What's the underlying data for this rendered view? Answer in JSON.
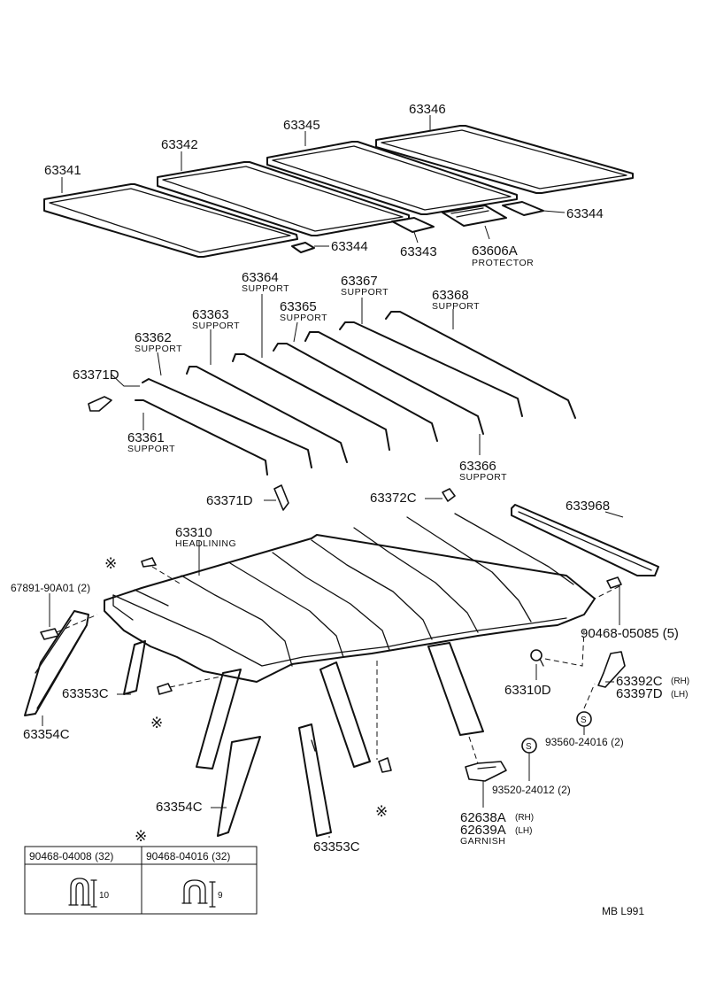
{
  "panels": {
    "p63341": "63341",
    "p63342": "63342",
    "p63345": "63345",
    "p63346": "63346",
    "p63344a": "63344",
    "p63344b": "63344",
    "p63343": "63343",
    "p63606": "63606A",
    "p63606_sub": "PROTECTOR"
  },
  "supports": {
    "s63361": "63361",
    "s63361_sub": "SUPPORT",
    "s63362": "63362",
    "s63362_sub": "SUPPORT",
    "s63363": "63363",
    "s63363_sub": "SUPPORT",
    "s63364": "63364",
    "s63364_sub": "SUPPORT",
    "s63365": "63365",
    "s63365_sub": "SUPPORT",
    "s63366": "63366",
    "s63366_sub": "SUPPORT",
    "s63367": "63367",
    "s63367_sub": "SUPPORT",
    "s63368": "63368",
    "s63368_sub": "SUPPORT",
    "c63371a": "63371D",
    "c63371b": "63371D",
    "c63372": "63372C"
  },
  "headlining": {
    "p63310": "63310",
    "p63310_sub": "HEADLINING",
    "p633968": "633968",
    "p67891": "67891-90A01 (2)",
    "p90468_05085": "90468-05085 (5)",
    "p63310d": "63310D",
    "p63392": "63392C",
    "p63392_side": "(RH)",
    "p63397": "63397D",
    "p63397_side": "(LH)",
    "p93560": "93560-24016 (2)",
    "p93520": "93520-24012 (2)",
    "p62638": "62638A",
    "p62638_side": "(RH)",
    "p62639": "62639A",
    "p62639_side": "(LH)",
    "p62638_sub": "GARNISH",
    "p63353a": "63353C",
    "p63353b": "63353C",
    "p63354a": "63354C",
    "p63354b": "63354C",
    "star": "※",
    "screw_mark": "S"
  },
  "clip_table": {
    "header_mark": "※",
    "col1_part": "90468-04008 (32)",
    "col1_dim": "10",
    "col2_part": "90468-04016 (32)",
    "col2_dim": "9"
  },
  "footer": {
    "code": "MB  L991"
  }
}
